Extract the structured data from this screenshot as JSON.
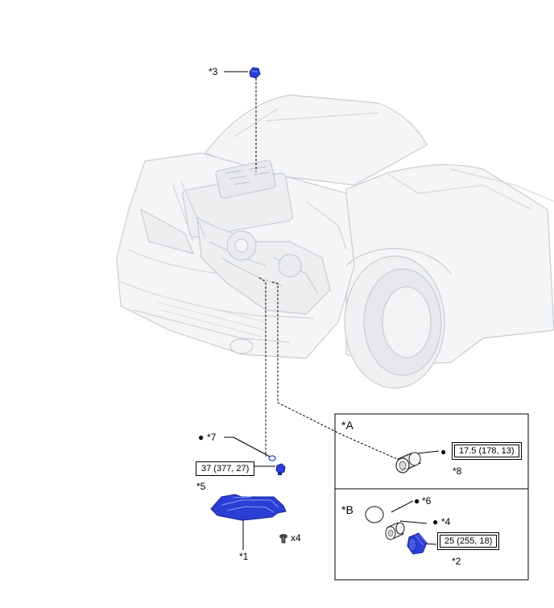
{
  "callouts": {
    "c1": "*1",
    "c2": "*2",
    "c3": "*3",
    "c4": "*4",
    "c5": "*5",
    "c6": "*6",
    "c7": "*7",
    "c8": "*8"
  },
  "inset_labels": {
    "a": "*A",
    "b": "*B"
  },
  "torques": {
    "t5": "37 (377, 27)",
    "t8": "17.5 (178, 13)",
    "t2": "25 (255, 18)"
  },
  "quantity": "x4",
  "bullet": "●",
  "colors": {
    "part_blue": "#2b3fd6",
    "part_dark": "#1a2499",
    "vehicle_line": "#c9cdd2",
    "vehicle_fill": "#f3f4f5"
  }
}
